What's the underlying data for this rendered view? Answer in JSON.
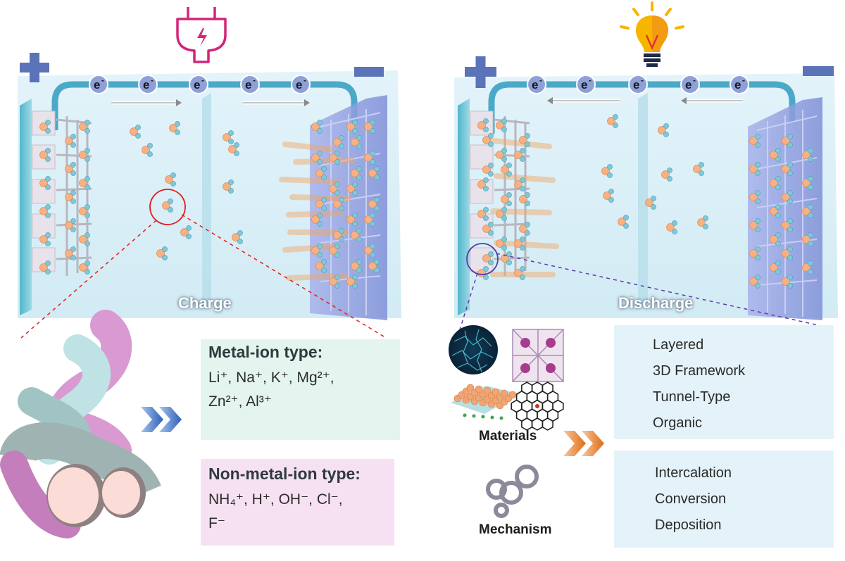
{
  "charge_panel": {
    "caption": "Charge",
    "electron_label": "e",
    "electron_sup": "-"
  },
  "discharge_panel": {
    "caption": "Discharge"
  },
  "metal_ion_box": {
    "title": "Metal-ion type:",
    "line1": "Li⁺, Na⁺, K⁺, Mg²⁺,",
    "line2": "Zn²⁺, Al³⁺"
  },
  "non_metal_ion_box": {
    "title": "Non-metal-ion type:",
    "line1": "NH₄⁺, H⁺, OH⁻, Cl⁻,",
    "line2": "F⁻"
  },
  "materials": {
    "label": "Materials",
    "items": [
      "Layered",
      "3D Framework",
      "Tunnel-Type",
      "Organic"
    ]
  },
  "mechanism": {
    "label": "Mechanism",
    "items": [
      "Intercalation",
      "Conversion",
      "Deposition"
    ]
  },
  "colors": {
    "plug": "#d1267a",
    "bulb": "#f7b500",
    "plus_minus": "#5b73b8",
    "wire": "#4aa9c8",
    "electron": "#8fa0d8",
    "metal_box": "#e3f5ee",
    "nonmetal_box": "#f6e1f3",
    "list_box": "#e4f3f9"
  },
  "icons": [
    "plug-icon",
    "lightbulb-icon",
    "plus-sign-icon",
    "minus-sign-icon",
    "arrow-chevron-icon"
  ]
}
